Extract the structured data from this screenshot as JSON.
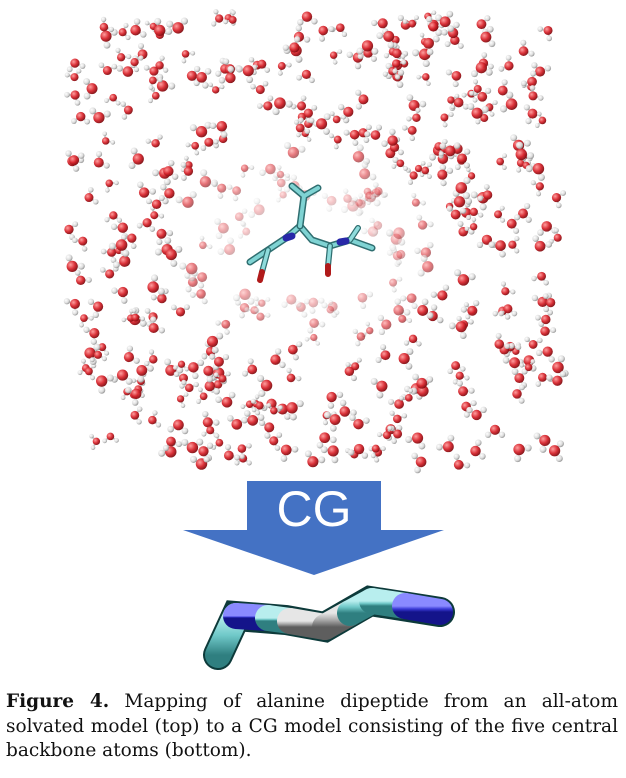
{
  "figure": {
    "arrow_label": "CG",
    "colors": {
      "oxygen": "#d8262e",
      "hydrogen": "#e8e8e8",
      "carbon": "#6fc8c8",
      "nitrogen": "#3a3ad6",
      "arrow": "#4472c4",
      "arrow_text": "#ffffff"
    }
  },
  "caption": {
    "label": "Figure 4.",
    "text": " Mapping of alanine dipeptide from an all-atom solvated model (top) to a CG model consisting of the five central backbone atoms (bottom)."
  }
}
